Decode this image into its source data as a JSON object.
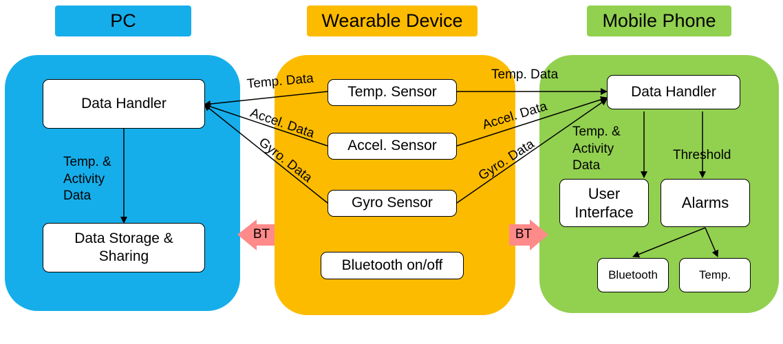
{
  "colors": {
    "pc": "#16aeea",
    "wearable": "#fdbb00",
    "mobile": "#92d050",
    "bt_arrow": "#ff8a8a"
  },
  "titles": {
    "pc": "PC",
    "wearable": "Wearable Device",
    "mobile": "Mobile Phone"
  },
  "pc": {
    "data_handler": "Data Handler",
    "storage_line1": "Data Storage &",
    "storage_line2": "Sharing",
    "flow_label": [
      "Temp. &",
      "Activity",
      "Data"
    ]
  },
  "wearable": {
    "temp_sensor": "Temp. Sensor",
    "accel_sensor": "Accel. Sensor",
    "gyro_sensor": "Gyro Sensor",
    "bluetooth": "Bluetooth on/off"
  },
  "mobile": {
    "data_handler": "Data Handler",
    "flow_label": [
      "Temp. &",
      "Activity",
      "Data"
    ],
    "threshold": "Threshold",
    "ui_line1": "User",
    "ui_line2": "Interface",
    "alarms": "Alarms",
    "bluetooth": "Bluetooth",
    "temp": "Temp."
  },
  "links": {
    "temp": "Temp. Data",
    "accel": "Accel. Data",
    "gyro": "Gyro. Data"
  },
  "bt": "BT"
}
